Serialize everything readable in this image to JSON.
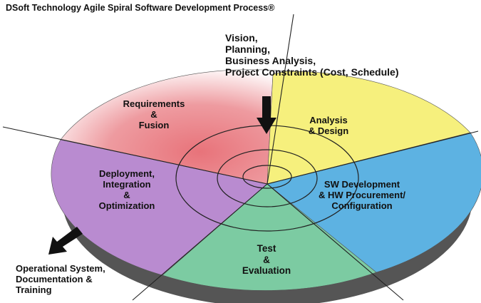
{
  "title": "DSoft Technology Agile Spiral Software Development  Process®",
  "colors": {
    "requirements": "#e8737a",
    "analysis": "#f6f07d",
    "sw_development": "#5db2e2",
    "test": "#7ccba2",
    "deployment": "#b98bd0",
    "arrow": "#111111"
  },
  "phases": {
    "requirements": [
      "Requirements",
      "&",
      "Fusion"
    ],
    "analysis": [
      "Analysis",
      "& Design"
    ],
    "sw_development": [
      "SW Development",
      "& HW Procurement/",
      "Configuration"
    ],
    "test": [
      "Test",
      "&",
      "Evaluation"
    ],
    "deployment": [
      "Deployment,",
      "Integration",
      "&",
      "Optimization"
    ]
  },
  "input_note": [
    "Vision,",
    "Planning,",
    "Business Analysis,",
    "Project Constraints (Cost, Schedule)"
  ],
  "output_note": [
    "Operational System,",
    "Documentation &",
    "Training"
  ]
}
